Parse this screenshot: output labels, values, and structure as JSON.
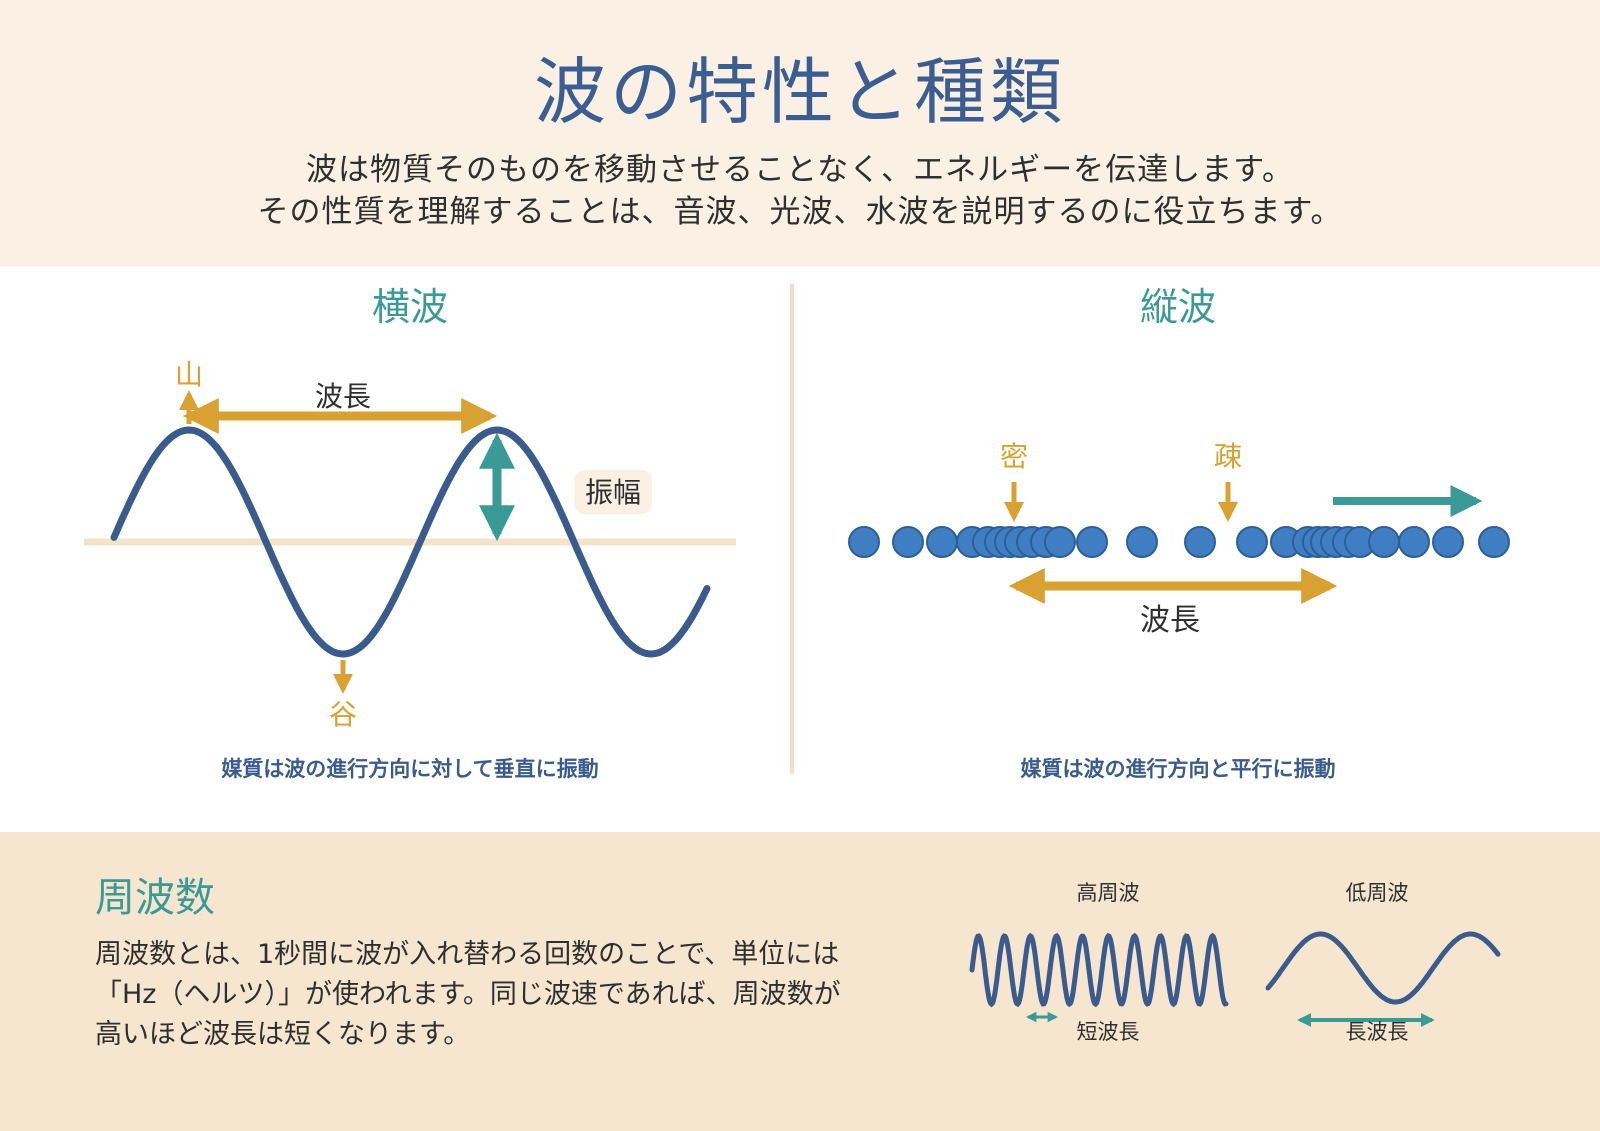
{
  "header": {
    "title": "波の特性と種類",
    "intro_line1": "波は物質そのものを移動させることなく、エネルギーを伝達します。",
    "intro_line2": "その性質を理解することは、音波、光波、水波を説明するのに役立ちます。"
  },
  "transverse": {
    "title": "横波",
    "crest_label": "山",
    "trough_label": "谷",
    "wavelength_label": "波長",
    "amplitude_label": "振幅",
    "caption": "媒質は波の進行方向に対して垂直に振動"
  },
  "longitudinal": {
    "title": "縦波",
    "compression_label": "密",
    "rarefaction_label": "疎",
    "wavelength_label": "波長",
    "caption": "媒質は波の進行方向と平行に振動"
  },
  "frequency": {
    "heading": "周波数",
    "body_line1": "周波数とは、1秒間に波が入れ替わる回数のことで、単位には",
    "body_line2": "「Hz（ヘルツ）」が使われます。同じ波速であれば、周波数が",
    "body_line3": "高いほど波長は短くなります。",
    "high_label": "高周波",
    "short_wavelength_label": "短波長",
    "low_label": "低周波",
    "long_wavelength_label": "長波長"
  },
  "colors": {
    "title_blue": "#3c5d8f",
    "wave_blue": "#3a5b8c",
    "teal": "#3a9a96",
    "gold": "#d9a132",
    "beige_bg": "#faf1e4",
    "footer_bg": "#f6e6cf"
  }
}
